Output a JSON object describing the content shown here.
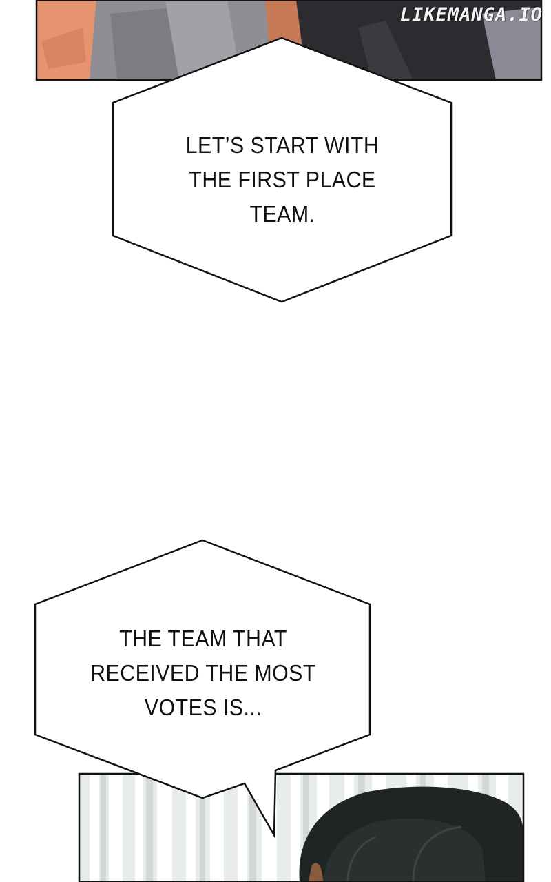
{
  "watermark": "LIKEMANGA.IO",
  "bubbles": [
    {
      "lines": [
        "LET’S START WITH",
        "THE FIRST PLACE",
        "TEAM."
      ]
    },
    {
      "lines": [
        "THE TEAM THAT",
        "RECEIVED THE MOST",
        "VOTES IS..."
      ]
    }
  ],
  "colors": {
    "skin": "#e6946f",
    "shirt_gray": "#8e8e94",
    "hair": "#1f2424",
    "blinds": "#e8ecec"
  }
}
